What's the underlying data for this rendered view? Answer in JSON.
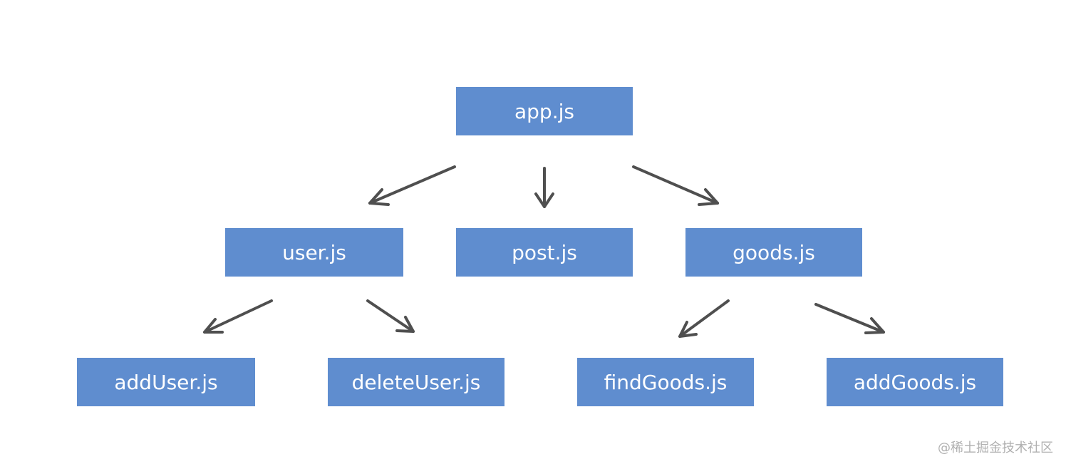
{
  "nodes": {
    "app": "app.js",
    "user": "user.js",
    "post": "post.js",
    "goods": "goods.js",
    "add_user": "addUser.js",
    "delete_user": "deleteUser.js",
    "find_goods": "findGoods.js",
    "add_goods": "addGoods.js"
  },
  "edges": [
    [
      "app.js",
      "user.js"
    ],
    [
      "app.js",
      "post.js"
    ],
    [
      "app.js",
      "goods.js"
    ],
    [
      "user.js",
      "addUser.js"
    ],
    [
      "user.js",
      "deleteUser.js"
    ],
    [
      "goods.js",
      "findGoods.js"
    ],
    [
      "goods.js",
      "addGoods.js"
    ]
  ],
  "colors": {
    "node_fill": "#5f8dcf",
    "node_text": "#ffffff",
    "arrow": "#4f4f4f",
    "watermark": "#b0b0b0"
  },
  "watermark": "@稀土掘金技术社区"
}
